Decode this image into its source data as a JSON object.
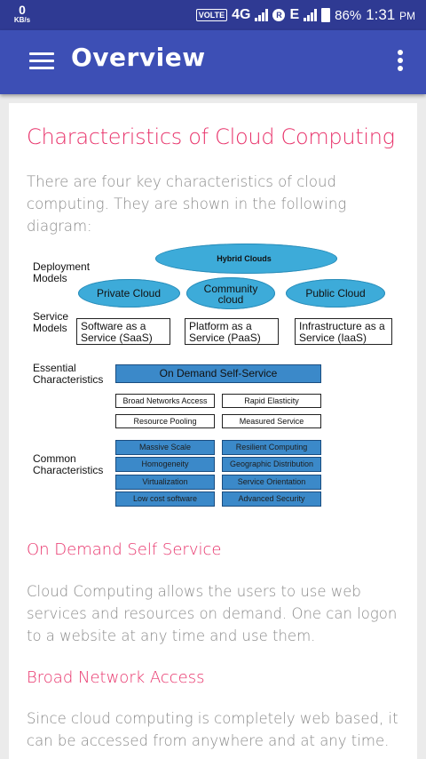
{
  "statusbar": {
    "speed_value": "0",
    "speed_unit": "KB/s",
    "volte": "VOLTE",
    "network": "4G",
    "roaming": "R",
    "network2": "E",
    "battery_pct": "86%",
    "time": "1:31",
    "ampm": "PM"
  },
  "appbar": {
    "title": "Overview"
  },
  "content": {
    "heading": "Characteristics of Cloud Computing",
    "intro": "There are four key characteristics of cloud computing. They are shown in the following diagram:",
    "sections": [
      {
        "heading": "On Demand Self Service",
        "body": "Cloud Computing allows the users to use web services and resources on demand. One can logon to a website at any time and use them."
      },
      {
        "heading": "Broad Network Access",
        "body": "Since cloud computing is completely web based, it can be accessed from anywhere and at any time."
      }
    ]
  },
  "diagram": {
    "row_labels": {
      "deployment": "Deployment Models",
      "service": "Service Models",
      "essential": "Essential Characteristics",
      "common": "Common Characteristics"
    },
    "clouds": {
      "hybrid": "Hybrid Clouds",
      "private": "Private Cloud",
      "community": "Community cloud",
      "public": "Public Cloud"
    },
    "services": [
      "Software as a Service (SaaS)",
      "Platform as a Service (PaaS)",
      "Infrastructure as a Service (IaaS)"
    ],
    "essential_main": "On Demand Self-Service",
    "essential_items": [
      "Broad Networks Access",
      "Rapid Elasticity",
      "Resource Pooling",
      "Measured Service"
    ],
    "common_items": [
      "Massive Scale",
      "Resilient Computing",
      "Homogeneity",
      "Geographic Distribution",
      "Virtualization",
      "Service Orientation",
      "Low cost software",
      "Advanced Security"
    ],
    "colors": {
      "cloud": "#3dabd9",
      "blue_box": "#3b89c9"
    }
  }
}
